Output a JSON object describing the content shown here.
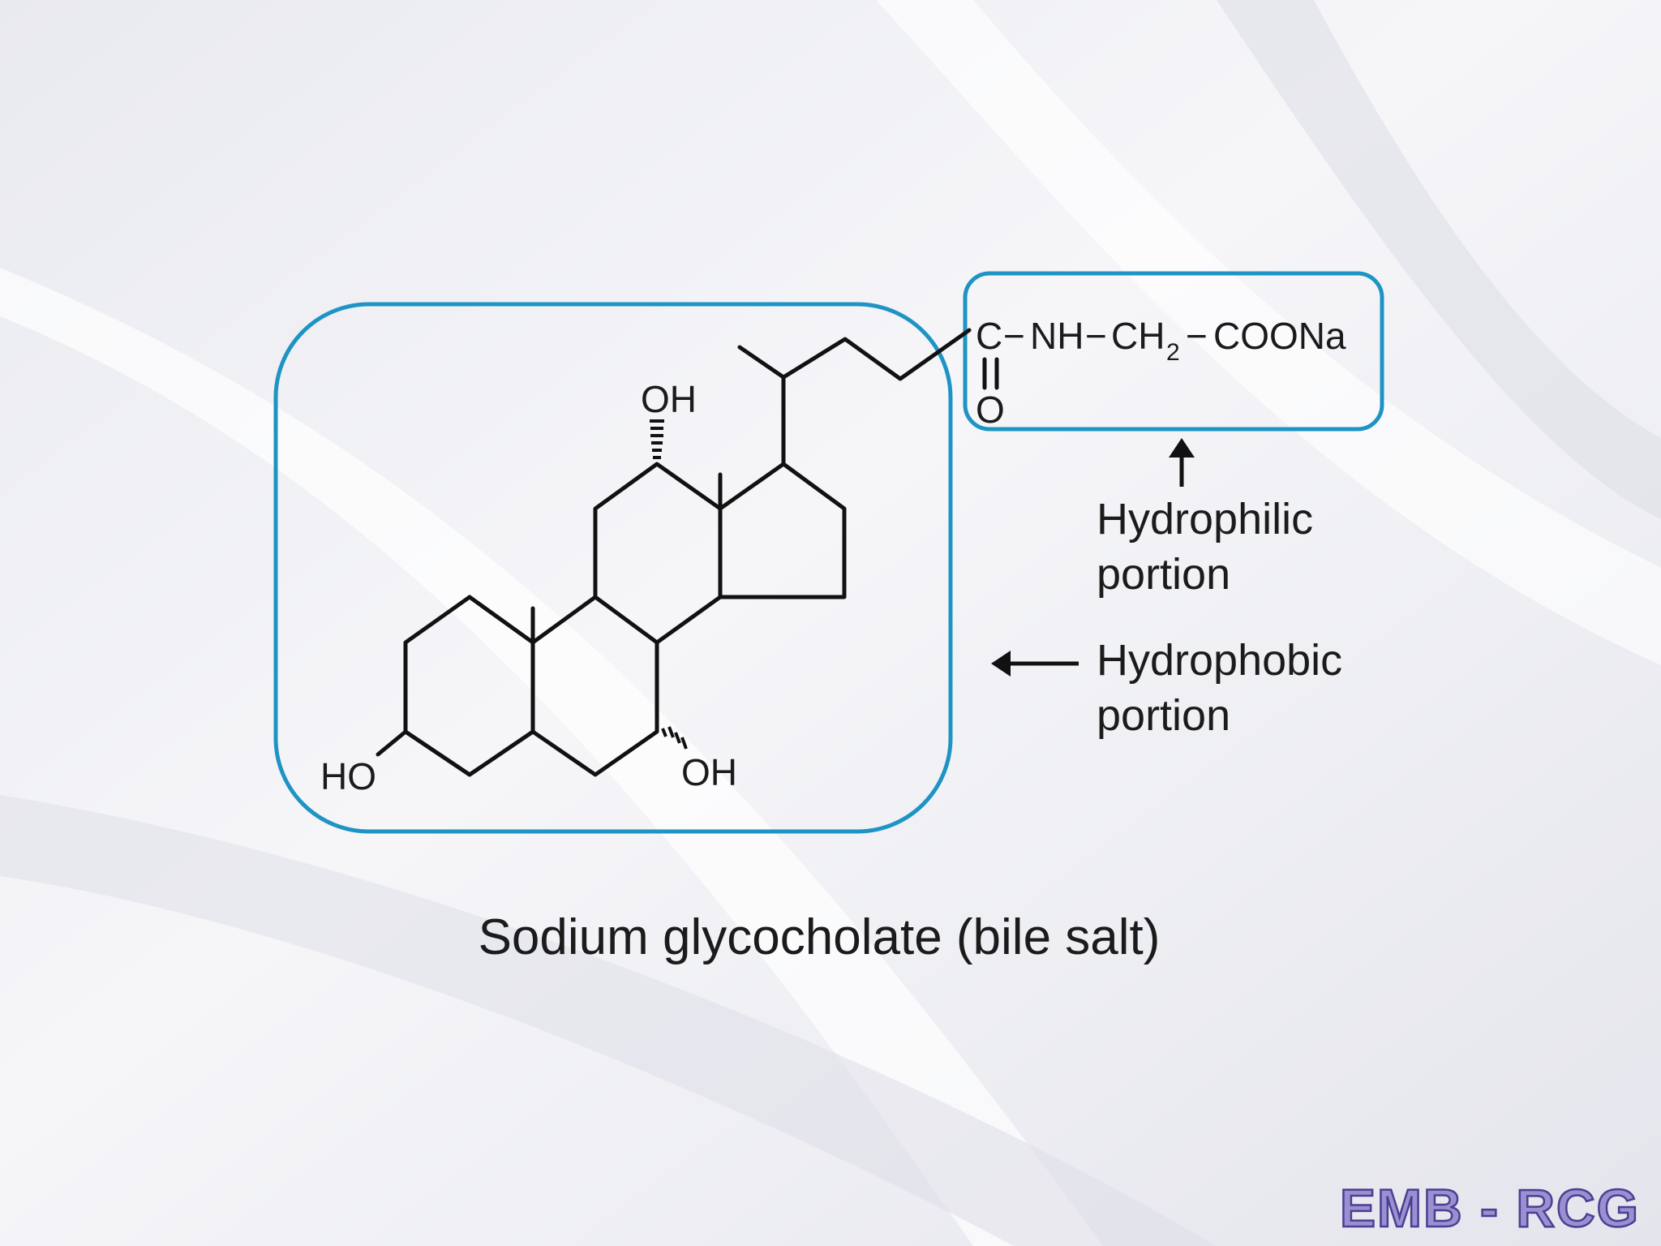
{
  "diagram": {
    "caption": "Sodium glycocholate (bile salt)",
    "labels": {
      "oh_top": "OH",
      "oh_right": "OH",
      "ho_left": "HO",
      "carbonyl_o": "O",
      "side_chain_c": "C",
      "side_chain_nh": "NH",
      "side_chain_ch": "CH",
      "side_chain_sub2": "2",
      "side_chain_coona": "COONa",
      "bond_dash": "−"
    },
    "annotations": {
      "hydrophilic_line1": "Hydrophilic",
      "hydrophilic_line2": "portion",
      "hydrophobic_line1": "Hydrophobic",
      "hydrophobic_line2": "portion"
    },
    "colors": {
      "box_outline": "#1e94c4",
      "bond": "#111111",
      "brand_fill": "#9a8fd0",
      "brand_stroke": "#4b3f93"
    }
  },
  "brand": {
    "text": "EMB - RCG"
  }
}
